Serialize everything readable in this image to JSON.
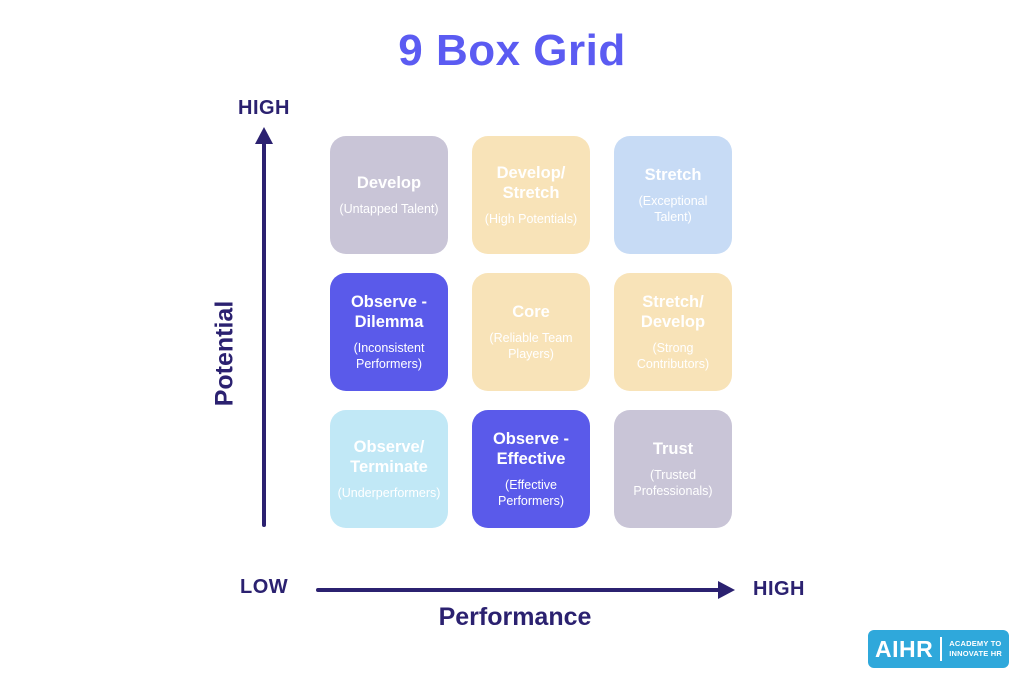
{
  "title": "9 Box Grid",
  "colors": {
    "title": "#5b5bf2",
    "axis": "#2b2170",
    "background": "#ffffff",
    "box_text": "#ffffff",
    "purple_box": "#5a5aea",
    "cream_box": "#f8e3b8",
    "gray_box": "#c9c5d7",
    "blue_box": "#c7dbf5",
    "cyan_box": "#c1e8f6",
    "logo_bg": "#2fa8db",
    "logo_text": "#ffffff"
  },
  "y_axis": {
    "top_label": "HIGH",
    "label": "Potential"
  },
  "x_axis": {
    "left_label": "LOW",
    "right_label": "HIGH",
    "label": "Performance"
  },
  "grid": {
    "cells": [
      {
        "title": "Develop",
        "subtitle": "(Untapped Talent)",
        "bg": "#c9c5d7"
      },
      {
        "title": "Develop/\nStretch",
        "subtitle": "(High Potentials)",
        "bg": "#f8e3b8"
      },
      {
        "title": "Stretch",
        "subtitle": "(Exceptional\nTalent)",
        "bg": "#c7dbf5"
      },
      {
        "title": "Observe -\nDilemma",
        "subtitle": "(Inconsistent\nPerformers)",
        "bg": "#5a5aea"
      },
      {
        "title": "Core",
        "subtitle": "(Reliable Team\nPlayers)",
        "bg": "#f8e3b8"
      },
      {
        "title": "Stretch/\nDevelop",
        "subtitle": "(Strong\nContributors)",
        "bg": "#f8e3b8"
      },
      {
        "title": "Observe/\nTerminate",
        "subtitle": "(Underperformers)",
        "bg": "#c1e8f6"
      },
      {
        "title": "Observe -\nEffective",
        "subtitle": "(Effective\nPerformers)",
        "bg": "#5a5aea"
      },
      {
        "title": "Trust",
        "subtitle": "(Trusted\nProfessionals)",
        "bg": "#c9c5d7"
      }
    ]
  },
  "logo": {
    "brand": "AIHR",
    "tagline_line1": "ACADEMY TO",
    "tagline_line2": "INNOVATE HR"
  }
}
